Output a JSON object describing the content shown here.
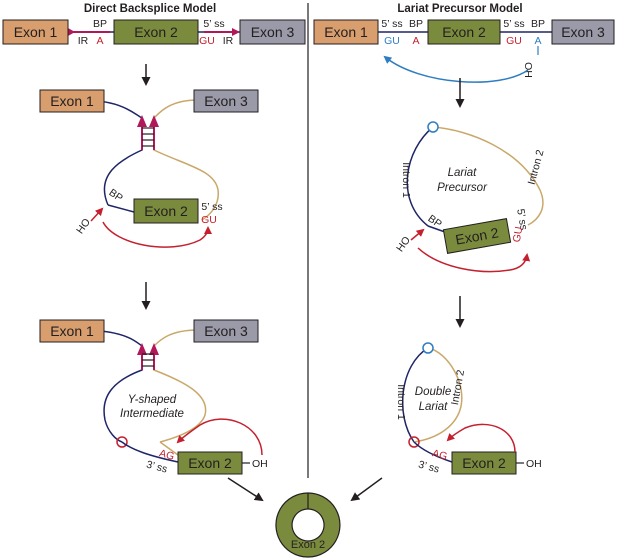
{
  "left_panel": {
    "title": "Direct Backsplice Model",
    "exon1": "Exon 1",
    "exon2": "Exon 2",
    "exon3": "Exon 3",
    "bp": "BP",
    "ss5": "5’ ss",
    "ir": "IR",
    "a": "A",
    "gu": "GU",
    "ho": "HO",
    "ag": "AG",
    "ss3": "3’ ss",
    "oh": "OH",
    "intermediate_line1": "Y-shaped",
    "intermediate_line2": "Intermediate"
  },
  "right_panel": {
    "title": "Lariat Precursor Model",
    "exon1": "Exon 1",
    "exon2": "Exon 2",
    "exon3": "Exon 3",
    "bp": "BP",
    "ss5": "5’ ss",
    "a": "A",
    "gu": "GU",
    "ho": "HO",
    "intron1": "Intron 1",
    "intron2": "Intron 2",
    "lariat_line1": "Lariat",
    "lariat_line2": "Precursor",
    "double_line1": "Double",
    "double_line2": "Lariat",
    "ag": "AG",
    "ss3": "3’ ss",
    "oh": "OH"
  },
  "product": {
    "label": "Exon 2"
  },
  "colors": {
    "exon1": "#d89e6e",
    "exon2": "#7b8b3d",
    "exon3": "#9a9aa8",
    "intron_dark": "#1f2566",
    "intron_tan": "#c9a86a",
    "red": "#c4202e",
    "magenta": "#b0185a",
    "blue": "#2e7dc0"
  }
}
